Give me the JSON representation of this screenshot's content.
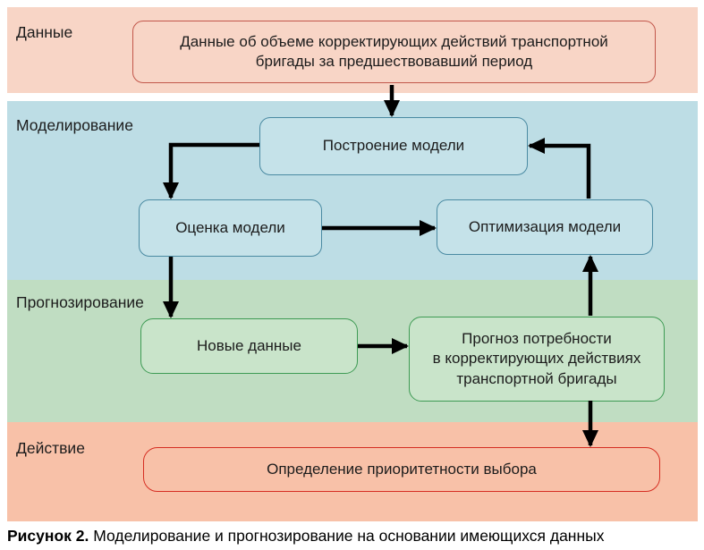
{
  "colors": {
    "band_data": "#f8d5c6",
    "band_model": "#bddde5",
    "band_forecast": "#c0ddc2",
    "band_action": "#f8c1a8",
    "box_data_fill": "#f8d5c6",
    "box_data_border": "#c2574b",
    "box_model_fill": "#c5e2e9",
    "box_model_border": "#4a8aa2",
    "box_forecast_fill": "#c9e4ca",
    "box_forecast_border": "#3e9b54",
    "box_action_fill": "#f8c1a8",
    "box_action_border": "#d62e22",
    "arrow": "#000000",
    "text": "#1c1c1c"
  },
  "bands": [
    {
      "label": "Данные"
    },
    {
      "label": "Моделирование"
    },
    {
      "label": "Прогнозирование"
    },
    {
      "label": "Действие"
    }
  ],
  "nodes": {
    "source_data": "Данные об объеме корректирующих действий транспортной\nбригады за предшествовавший период",
    "build_model": "Построение модели",
    "evaluate_model": "Оценка модели",
    "optimize_model": "Оптимизация модели",
    "new_data": "Новые данные",
    "forecast": "Прогноз потребности\nв корректирующих действиях\nтранспортной бригады",
    "prioritize": "Определение приоритетности выбора"
  },
  "caption": {
    "prefix": "Рисунок 2.",
    "text": " Моделирование и прогнозирование на основании имеющихся данных"
  }
}
